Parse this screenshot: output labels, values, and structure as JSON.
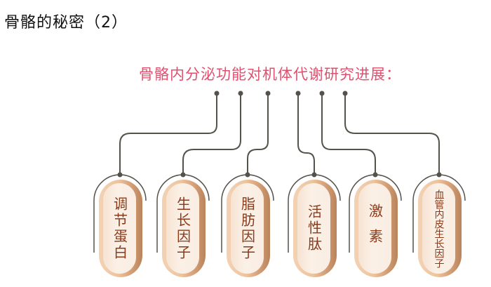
{
  "title": "骨骼的秘密（2）",
  "subtitle": "骨骼内分泌功能对机体代谢研究进展：",
  "items": [
    "调节蛋白",
    "生长因子",
    "脂肪因子",
    "活性肽",
    "激素",
    "血管内皮生长因子"
  ],
  "colors": {
    "accent": "#e0506e",
    "text": "#8b3a1a",
    "line": "#55524c"
  }
}
